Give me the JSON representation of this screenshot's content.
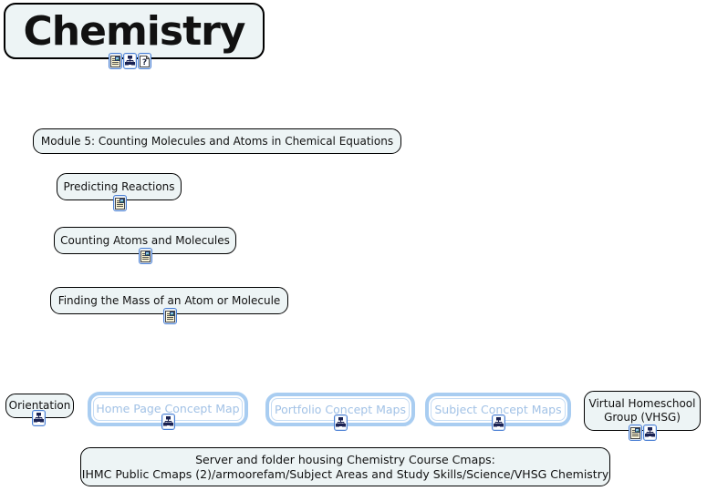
{
  "colors": {
    "background": "#ffffff",
    "node_fill": "#edf4f5",
    "node_border": "#000000",
    "link_node_border": "#a9cdf1",
    "link_node_text": "#a2c2e6",
    "icon_frame_border": "#4a7fd4"
  },
  "nodes": {
    "chemistry": {
      "label": "Chemistry",
      "icons": [
        "document-image-icon",
        "concept-map-icon",
        "question-icon"
      ]
    },
    "module5": {
      "label": "Module 5: Counting Molecules and Atoms in Chemical Equations"
    },
    "predicting": {
      "label": "Predicting Reactions",
      "icons": [
        "document-image-icon"
      ]
    },
    "counting": {
      "label": "Counting Atoms and Molecules",
      "icons": [
        "document-image-icon"
      ]
    },
    "finding": {
      "label": "Finding the Mass of an Atom or Molecule",
      "icons": [
        "document-image-icon"
      ]
    },
    "orientation": {
      "label": "Orientation",
      "icons": [
        "concept-map-icon"
      ]
    },
    "home_page": {
      "label": "Home Page Concept Map",
      "icons": [
        "concept-map-icon"
      ]
    },
    "portfolio": {
      "label": "Portfolio Concept Maps",
      "icons": [
        "concept-map-icon"
      ]
    },
    "subject": {
      "label": "Subject Concept Maps",
      "icons": [
        "concept-map-icon"
      ]
    },
    "vhsg": {
      "label": "Virtual Homeschool Group (VHSG)",
      "icons": [
        "document-image-icon",
        "concept-map-icon"
      ]
    },
    "server": {
      "line1": "Server and folder housing Chemistry Course Cmaps:",
      "line2": "IHMC Public Cmaps (2)/armoorefam/Subject Areas and Study Skills/Science/VHSG Chemistry"
    }
  }
}
